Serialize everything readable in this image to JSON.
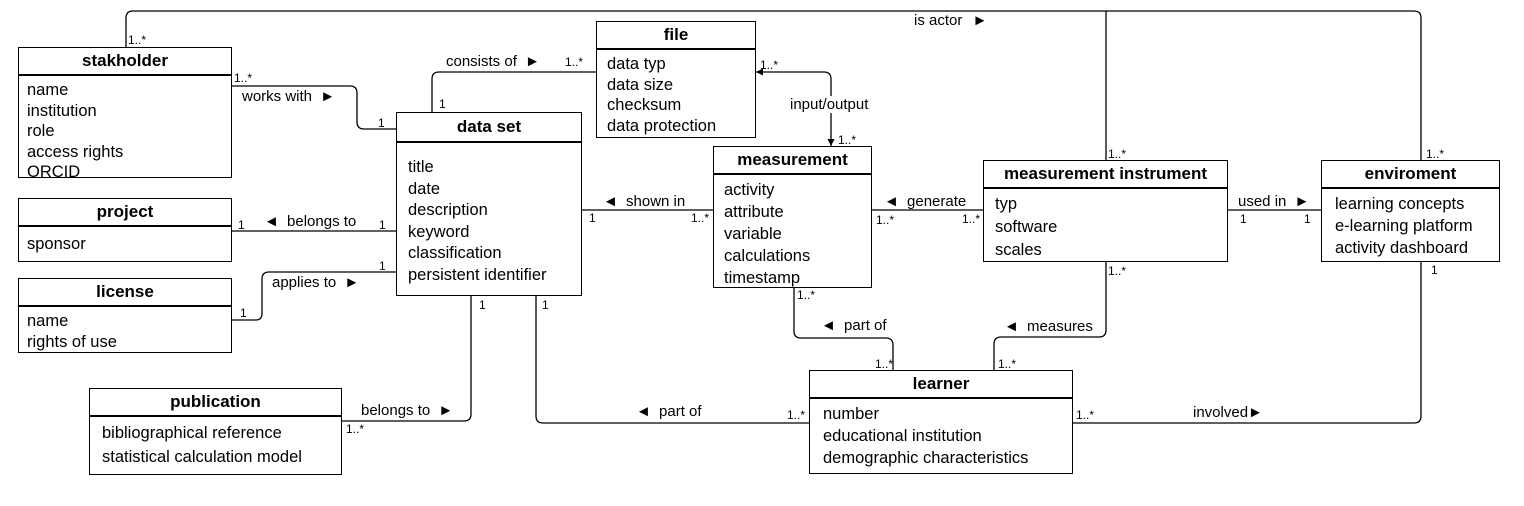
{
  "classes": {
    "stakeholder": {
      "title": "stakholder",
      "attributes": [
        "name",
        "institution",
        "role",
        "access rights",
        "ORCID"
      ]
    },
    "project": {
      "title": "project",
      "attributes": [
        "sponsor"
      ]
    },
    "license": {
      "title": "license",
      "attributes": [
        "name",
        "rights of use"
      ]
    },
    "publication": {
      "title": "publication",
      "attributes": [
        "bibliographical reference",
        "statistical calculation model"
      ]
    },
    "file": {
      "title": "file",
      "attributes": [
        "data typ",
        "data size",
        "checksum",
        "data protection"
      ]
    },
    "dataset": {
      "title": "data set",
      "attributes": [
        "title",
        "date",
        "description",
        "keyword",
        "classification",
        "persistent identifier"
      ]
    },
    "measurement": {
      "title": "measurement",
      "attributes": [
        "activity",
        "attribute",
        "variable",
        "calculations",
        "timestamp"
      ]
    },
    "instrument": {
      "title": "measurement instrument",
      "attributes": [
        "typ",
        "software",
        "scales"
      ]
    },
    "environment": {
      "title": "enviroment",
      "attributes": [
        "learning concepts",
        "e-learning platform",
        "activity dashboard"
      ]
    },
    "learner": {
      "title": "learner",
      "attributes": [
        "number",
        "educational institution",
        "demographic characteristics"
      ]
    }
  },
  "associations": {
    "is_actor": {
      "label": "is actor",
      "arrow": "►",
      "from": "1..*",
      "to_instr": "1..*",
      "to_env": "1..*"
    },
    "works_with": {
      "label": "works with",
      "arrow": "►",
      "from": "1..*",
      "to": "1"
    },
    "consists_of": {
      "label": "consists of",
      "arrow": "►",
      "from": "1",
      "to": "1..*"
    },
    "input_output": {
      "label": "input/output",
      "from": "1..*",
      "to": "1..*"
    },
    "belongs_to_project": {
      "label": "belongs to",
      "arrow": "◄",
      "from": "1",
      "to": "1"
    },
    "applies_to": {
      "label": "applies to",
      "arrow": "►",
      "from": "1",
      "to": "1"
    },
    "belongs_to_pub": {
      "label": "belongs to",
      "arrow": "►",
      "from": "1..*",
      "to": "1"
    },
    "shown_in": {
      "label": "shown in",
      "arrow": "◄",
      "from": "1",
      "to": "1..*"
    },
    "generate": {
      "label": "generate",
      "arrow": "◄",
      "from": "1..*",
      "to": "1..*"
    },
    "used_in": {
      "label": "used in",
      "arrow": "►",
      "from": "1",
      "to": "1"
    },
    "part_of_meas": {
      "label": "part of",
      "arrow": "◄",
      "from": "1..*",
      "to": "1..*"
    },
    "measures": {
      "label": "measures",
      "arrow": "◄",
      "from": "1..*",
      "to": "1..*"
    },
    "part_of_ds": {
      "label": "part of",
      "arrow": "◄",
      "from": "1",
      "to": "1..*"
    },
    "involved": {
      "label": "involved",
      "arrow": "►",
      "from": "1..*",
      "to": "1"
    }
  }
}
